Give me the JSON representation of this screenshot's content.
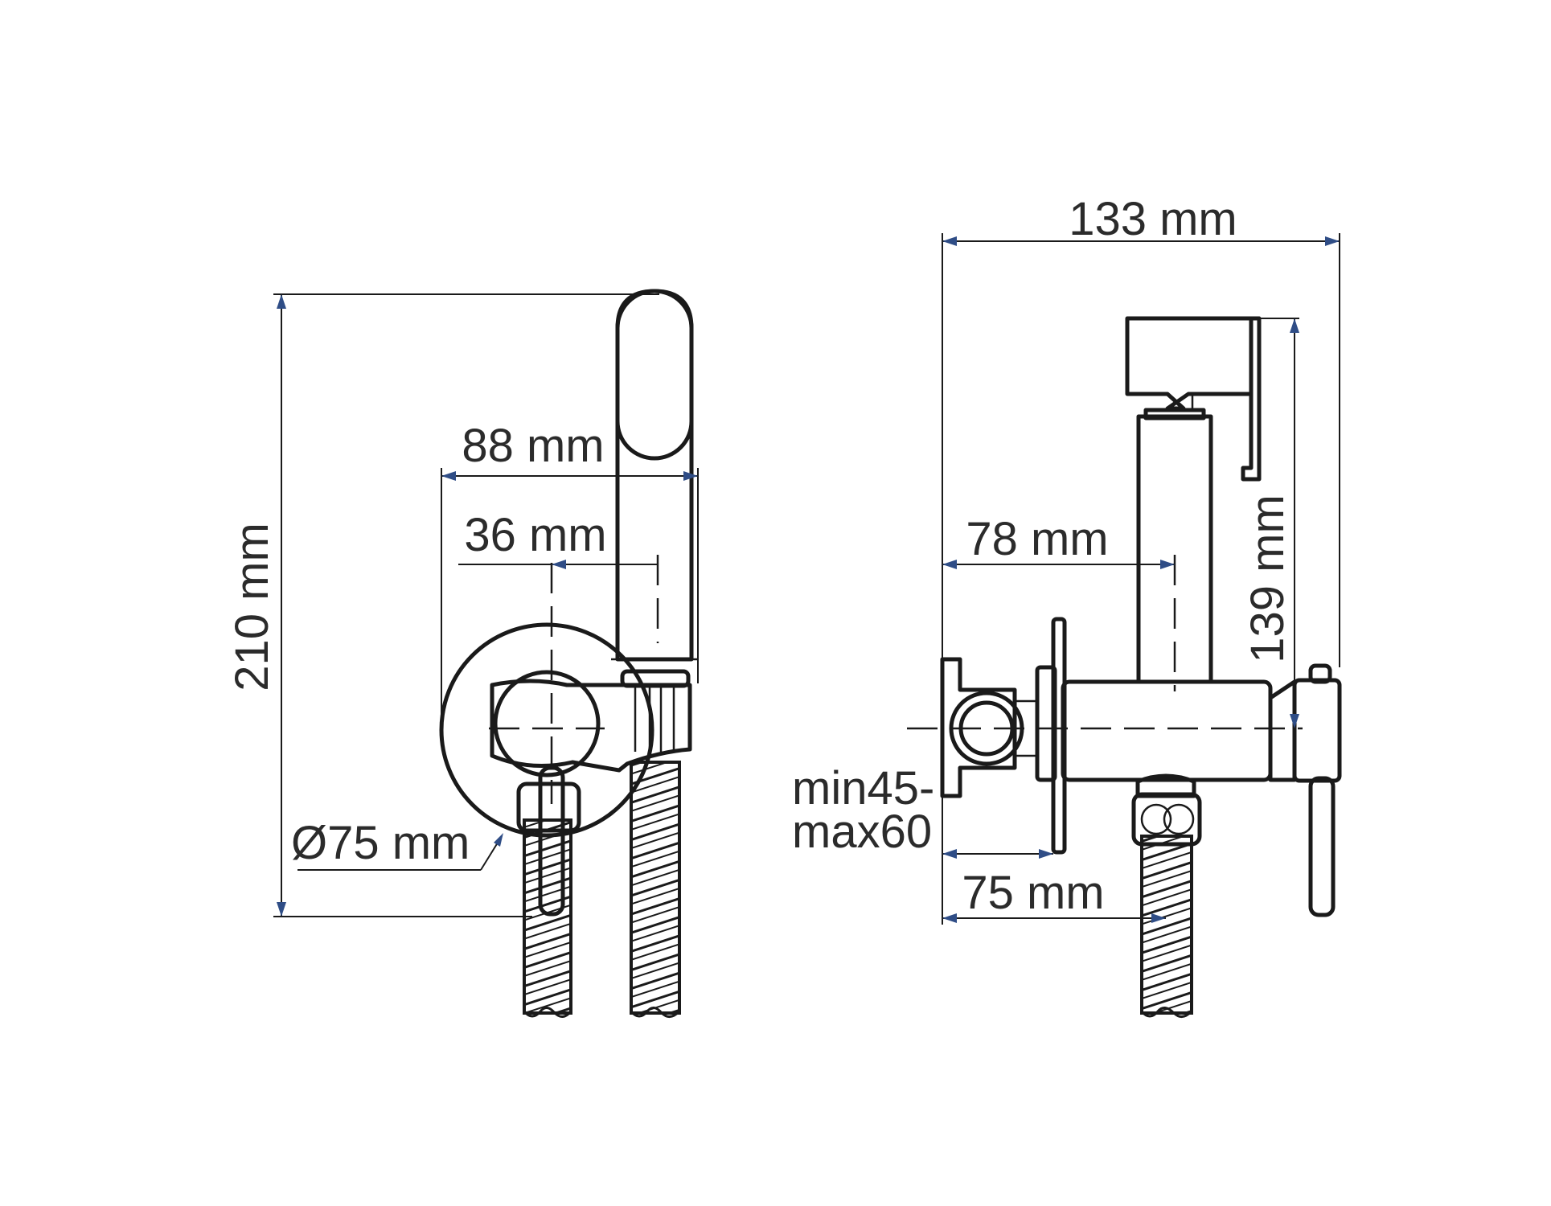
{
  "labels": {
    "front_height": "210 mm",
    "front_width": "88 mm",
    "front_offset": "36 mm",
    "front_diameter": "Ø75 mm",
    "side_width": "133 mm",
    "side_offset": "78 mm",
    "side_height": "139 mm",
    "wall_depth_min": "min45-",
    "wall_depth_max": "max60",
    "side_lower": "75 mm"
  },
  "colors": {
    "line": "#1a1a1a",
    "arrow": "#2f4d86",
    "text": "#2b2b2b"
  }
}
